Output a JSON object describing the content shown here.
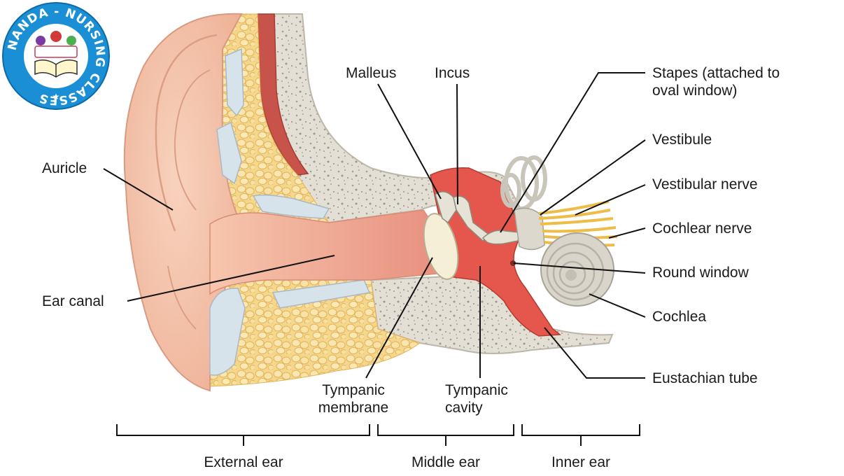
{
  "logo": {
    "ring_text": "NANDA - NURSING CLASSES",
    "brand_color": "#1a8fd6"
  },
  "labels": {
    "auricle": "Auricle",
    "ear_canal": "Ear canal",
    "malleus": "Malleus",
    "incus": "Incus",
    "stapes_line1": "Stapes (attached to",
    "stapes_line2": "oval window)",
    "vestibule": "Vestibule",
    "vestibular_nerve": "Vestibular nerve",
    "cochlear_nerve": "Cochlear nerve",
    "round_window": "Round window",
    "cochlea": "Cochlea",
    "eustachian_tube": "Eustachian tube",
    "tympanic_membrane_line1": "Tympanic",
    "tympanic_membrane_line2": "membrane",
    "tympanic_cavity_line1": "Tympanic",
    "tympanic_cavity_line2": "cavity"
  },
  "regions": {
    "external_ear": "External ear",
    "middle_ear": "Middle ear",
    "inner_ear": "Inner ear"
  },
  "colors": {
    "skin": "#f3c2a8",
    "bone": "#ddd8cc",
    "fat": "#f3d790",
    "cartilage": "#d5e2ea",
    "muscle": "#c9524a",
    "cavity": "#e5574c",
    "nerve": "#f0c04b"
  }
}
